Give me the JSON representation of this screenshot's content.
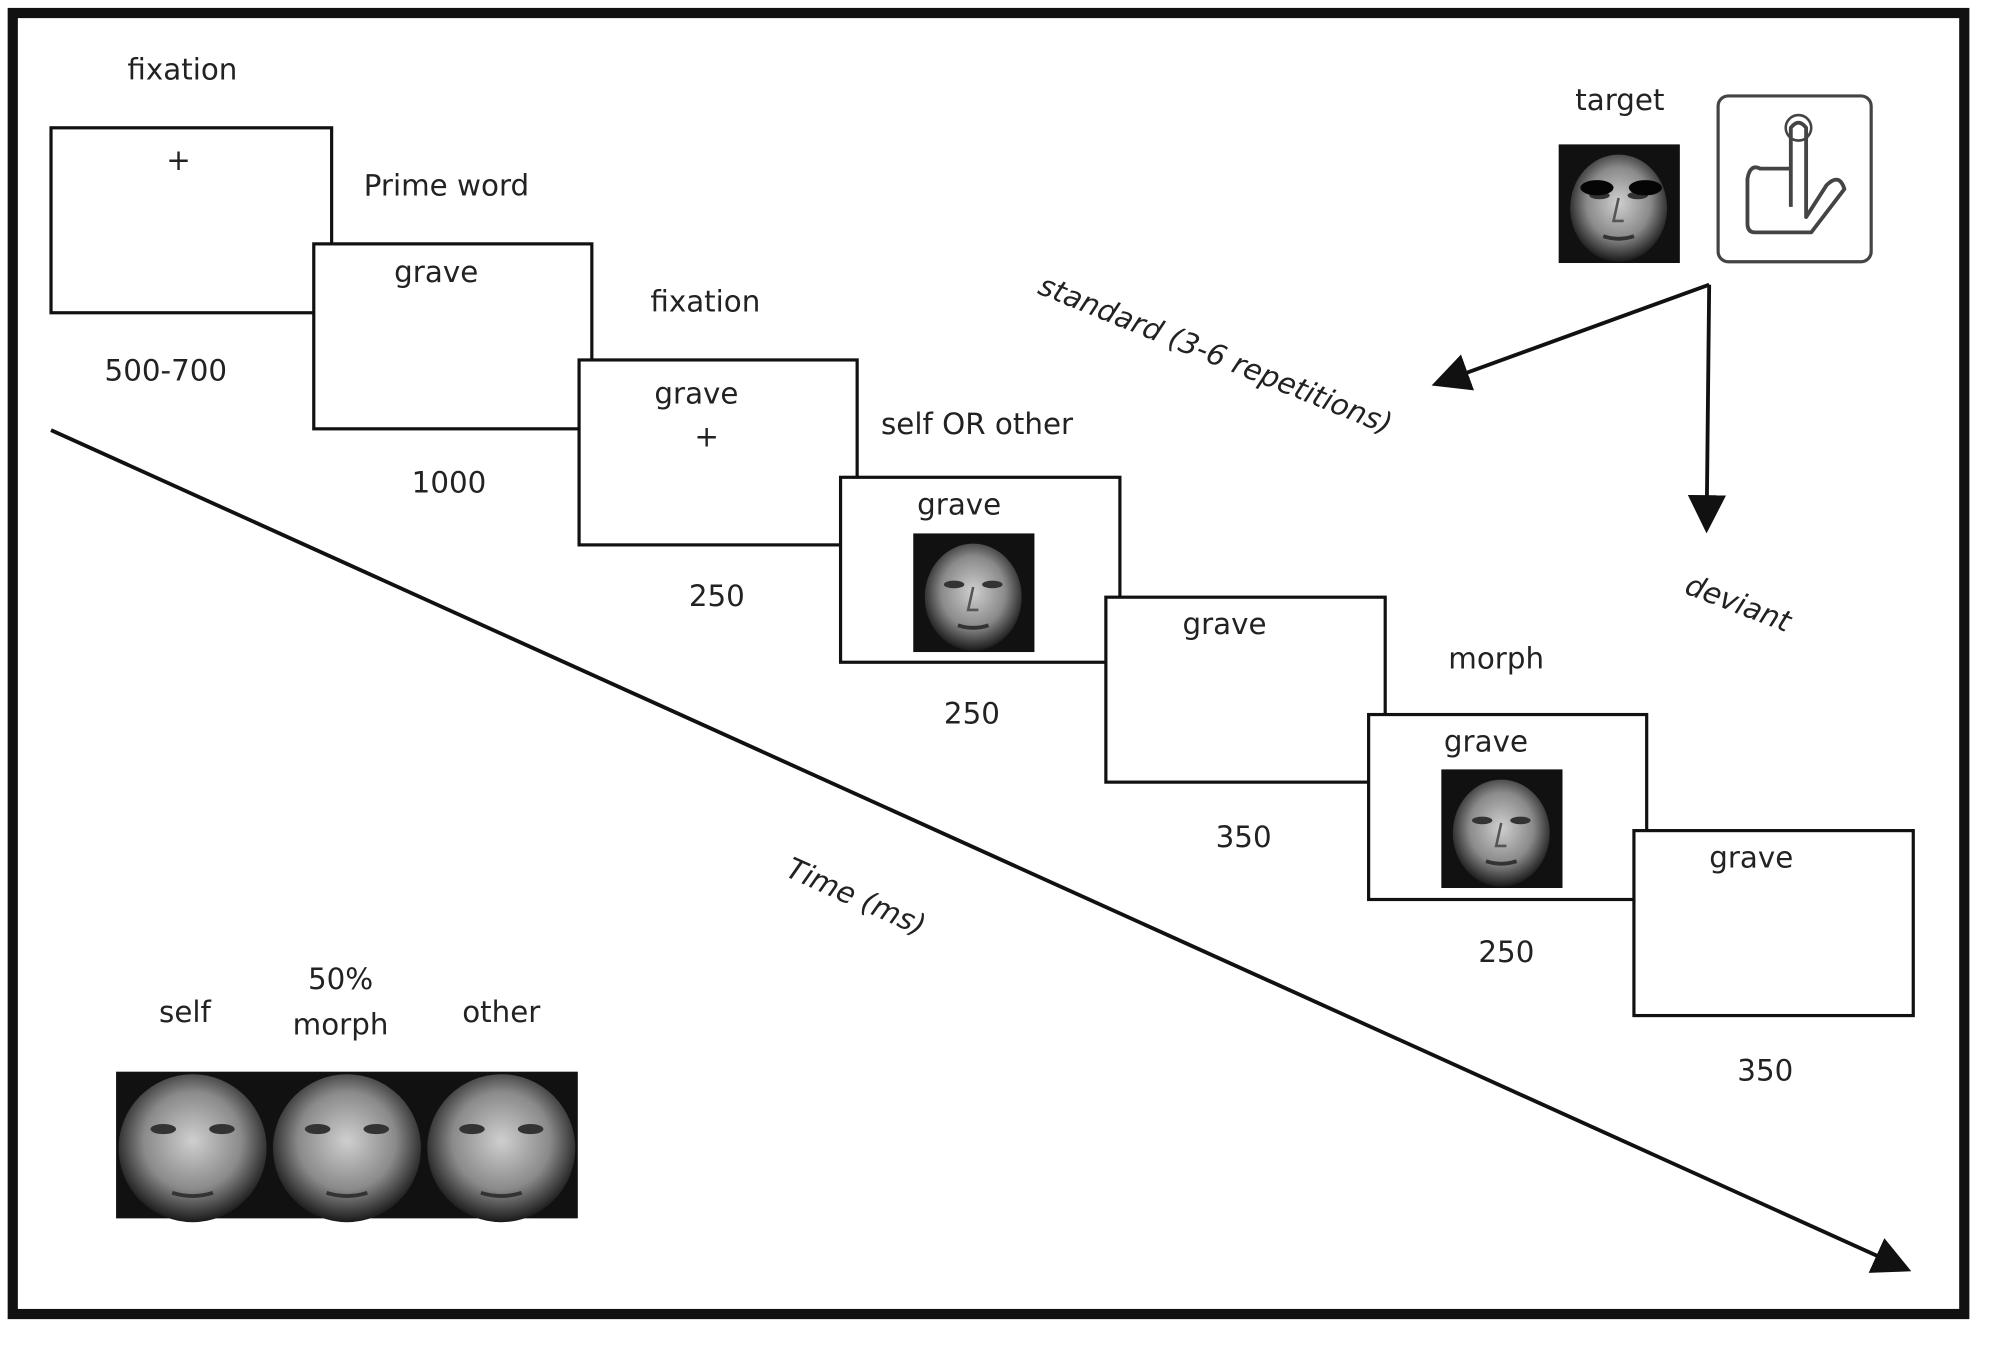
{
  "labels": {
    "fixation1": "fixation",
    "prime_word": "Prime word",
    "fixation2": "fixation",
    "self_or_other": "self OR other",
    "morph": "morph",
    "target": "target",
    "standard": "standard (3-6 repetitions)",
    "deviant": "deviant",
    "time_axis": "Time (ms)"
  },
  "screens": [
    {
      "word": "",
      "plus": "+",
      "duration": "500-700"
    },
    {
      "word": "grave",
      "plus": "",
      "duration": "1000"
    },
    {
      "word": "grave",
      "plus": "+",
      "duration": "250"
    },
    {
      "word": "grave",
      "plus": "",
      "duration": "250",
      "face": true
    },
    {
      "word": "grave",
      "plus": "",
      "duration": "350"
    },
    {
      "word": "grave",
      "plus": "",
      "duration": "250",
      "face": true
    },
    {
      "word": "grave",
      "plus": "",
      "duration": "350"
    }
  ],
  "legend": {
    "self": "self",
    "morph_pct": "50%",
    "morph_word": "morph",
    "other": "other"
  },
  "icons": [
    "face-image",
    "tap-finger-icon",
    "arrow-icon"
  ]
}
